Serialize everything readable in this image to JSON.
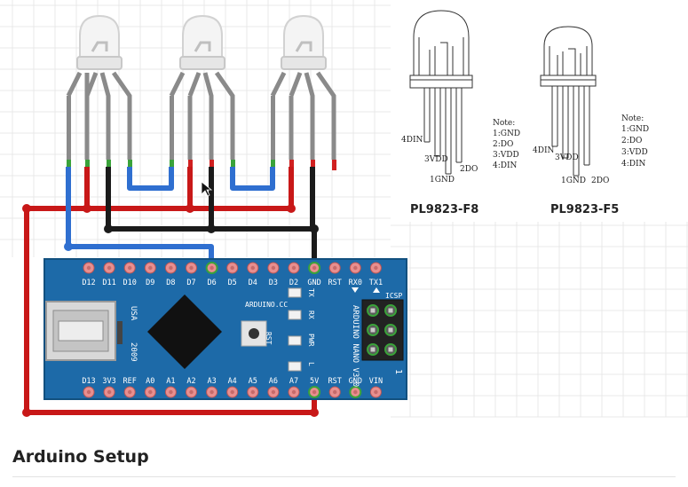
{
  "colors": {
    "board": "#1d6aa8",
    "board_edge": "#12507f",
    "pin_pad": "#e88f8f",
    "wire_red": "#c81818",
    "wire_black": "#1b1b1b",
    "wire_blue": "#2f6fd0",
    "lead_grey": "#8a8a8a",
    "grid": "#e9e9e9"
  },
  "board": {
    "top_pins": [
      "D12",
      "D11",
      "D10",
      "D9",
      "D8",
      "D7",
      "D6",
      "D5",
      "D4",
      "D3",
      "D2",
      "GND",
      "RST",
      "RX0",
      "TX1"
    ],
    "bottom_pins": [
      "D13",
      "3V3",
      "REF",
      "A0",
      "A1",
      "A2",
      "A3",
      "A4",
      "A5",
      "A6",
      "A7",
      "5V",
      "RST",
      "GND",
      "VIN"
    ],
    "label_usa": "USA",
    "label_year": "2009",
    "label_cc": "ARDUINO.CC",
    "label_tx": "TX",
    "label_rx": "RX",
    "label_pwr": "PWR",
    "label_l": "L",
    "label_rst": "RST",
    "label_nano": "ARDUINO NANO V3.0",
    "label_icsp": "ICSP",
    "label_one": "1"
  },
  "datasheet": {
    "f8": {
      "title": "PL9823-F8",
      "pin_din": "4DIN",
      "pin_vdd": "3VDD",
      "pin_gnd": "1GND",
      "pin_do": "2DO",
      "note": [
        "Note:",
        "1:GND",
        "2:DO",
        "3:VDD",
        "4:DIN"
      ]
    },
    "f5": {
      "title": "PL9823-F5",
      "pin_din": "4DIN",
      "pin_vdd": "3VDD",
      "pin_gnd": "1GND",
      "pin_do": "2DO",
      "note": [
        "Note:",
        "1:GND",
        "2:DO",
        "3:VDD",
        "4:DIN"
      ]
    }
  },
  "section": {
    "heading": "Arduino Setup"
  }
}
